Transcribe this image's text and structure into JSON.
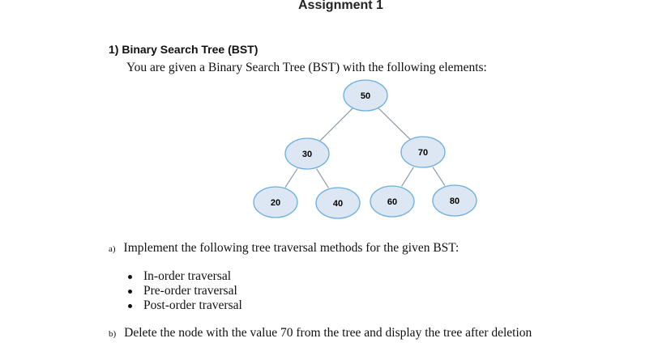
{
  "header": {
    "title": "Assignment 1"
  },
  "question": {
    "title": "1)  Binary Search Tree (BST)",
    "description": "You are given a Binary Search Tree (BST) with the following elements:"
  },
  "tree": {
    "node_fill": "#dde7f3",
    "node_stroke": "#6aaee0",
    "edge_color": "#8a9aa8",
    "nodes": [
      {
        "value": "50",
        "parent": null
      },
      {
        "value": "30",
        "parent": "50"
      },
      {
        "value": "70",
        "parent": "50"
      },
      {
        "value": "20",
        "parent": "30"
      },
      {
        "value": "40",
        "parent": "30"
      },
      {
        "value": "60",
        "parent": "70"
      },
      {
        "value": "80",
        "parent": "70"
      }
    ]
  },
  "parts": [
    {
      "label": "a)",
      "text": "Implement the following tree traversal methods for the given BST:"
    },
    {
      "label": "b)",
      "text": "Delete the node with the value 70 from the tree and display the tree after deletion"
    }
  ],
  "traversals": [
    "In-order traversal",
    "Pre-order traversal",
    "Post-order traversal"
  ]
}
